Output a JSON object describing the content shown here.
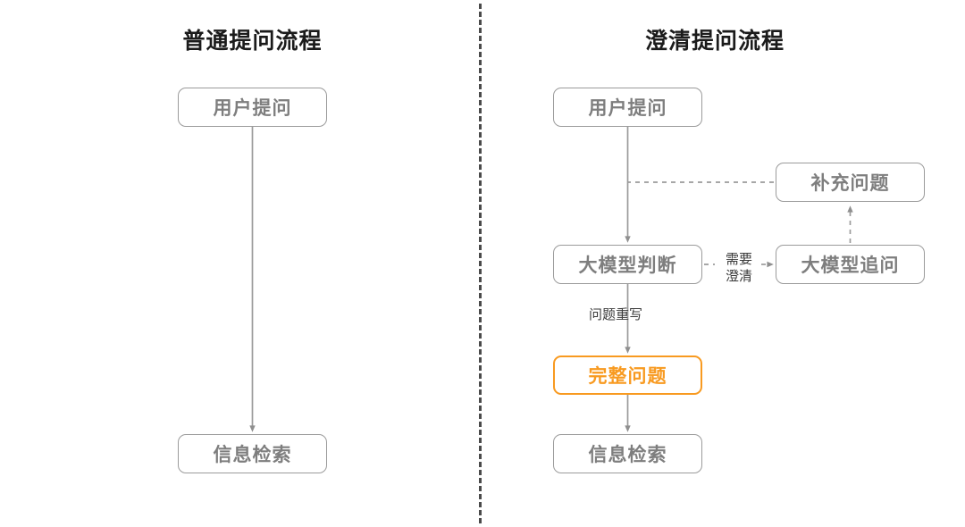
{
  "diagram": {
    "type": "flowchart",
    "panels": [
      {
        "id": "normal",
        "title": "普通提问流程",
        "nodes": [
          {
            "id": "l-question",
            "label": "用户提问",
            "style": "default"
          },
          {
            "id": "l-retrieval",
            "label": "信息检索",
            "style": "default"
          }
        ],
        "edges": [
          {
            "from": "l-question",
            "to": "l-retrieval",
            "style": "solid",
            "arrow": "down",
            "label": ""
          }
        ]
      },
      {
        "id": "clarify",
        "title": "澄清提问流程",
        "nodes": [
          {
            "id": "r-question",
            "label": "用户提问",
            "style": "default"
          },
          {
            "id": "r-judge",
            "label": "大模型判断",
            "style": "default"
          },
          {
            "id": "r-followup",
            "label": "大模型追问",
            "style": "default"
          },
          {
            "id": "r-supplement",
            "label": "补充问题",
            "style": "default"
          },
          {
            "id": "r-complete",
            "label": "完整问题",
            "style": "highlight"
          },
          {
            "id": "r-retrieval",
            "label": "信息检索",
            "style": "default"
          }
        ],
        "edges": [
          {
            "from": "r-question",
            "to": "r-judge",
            "style": "solid",
            "arrow": "down",
            "label": ""
          },
          {
            "from": "r-judge",
            "to": "r-followup",
            "style": "dashed",
            "arrow": "right",
            "label": "需要\n澄清"
          },
          {
            "from": "r-followup",
            "to": "r-supplement",
            "style": "dashed",
            "arrow": "up",
            "label": ""
          },
          {
            "from": "r-supplement",
            "to": "r-question",
            "style": "dashed",
            "arrow": "none",
            "label": ""
          },
          {
            "from": "r-judge",
            "to": "r-complete",
            "style": "solid",
            "arrow": "down",
            "label": "问题重写"
          },
          {
            "from": "r-complete",
            "to": "r-retrieval",
            "style": "solid",
            "arrow": "down",
            "label": ""
          }
        ]
      }
    ],
    "labels": {
      "need_clarify_line1": "需要",
      "need_clarify_line2": "澄清",
      "question_rewrite": "问题重写"
    },
    "divider": {
      "orientation": "vertical",
      "style": "dashed"
    },
    "colors": {
      "accent": "#f89a20",
      "node_border": "#9b9b9b",
      "node_text": "#7e7e7e",
      "title_text": "#1b1b1b",
      "connector": "#9b9b9b",
      "divider": "#4a4a4a",
      "background": "#ffffff"
    }
  }
}
